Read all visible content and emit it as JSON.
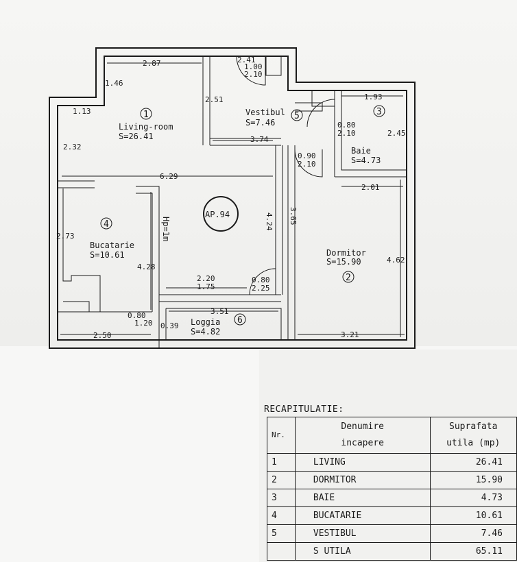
{
  "plan": {
    "apartment_label": "AP.94",
    "height_note": "Hp=1m",
    "rooms": {
      "living": {
        "num": "1",
        "name": "Living-room",
        "area": "S=26.41"
      },
      "dormitor": {
        "num": "2",
        "name": "Dormitor",
        "area": "S=15.90"
      },
      "baie": {
        "num": "3",
        "name": "Baie",
        "area": "S=4.73"
      },
      "bucatarie": {
        "num": "4",
        "name": "Bucatarie",
        "area": "S=10.61"
      },
      "vestibul": {
        "num": "5",
        "name": "Vestibul",
        "area": "S=7.46"
      },
      "loggia": {
        "num": "6",
        "name": "Loggia",
        "area": "S=4.82"
      }
    },
    "dimensions": {
      "d_287": "2.87",
      "d_146": "1.46",
      "d_113": "1.13",
      "d_232": "2.32",
      "d_629": "6.29",
      "d_273": "2.73",
      "d_428": "4.28",
      "d_250": "2.50",
      "d_080a": "0.80",
      "d_120": "1.20",
      "d_039": "0.39",
      "d_351": "3.51",
      "d_220": "2.20",
      "d_175": "1.75",
      "d_080b": "0.80",
      "d_225": "2.25",
      "d_424": "4.24",
      "d_365": "3.65",
      "d_251": "2.51",
      "d_374": "3.74",
      "d_241": "2.41",
      "d_100": "1.00",
      "d_210a": "2.10",
      "d_193": "1.93",
      "d_080c": "0.80",
      "d_210b": "2.10",
      "d_245": "2.45",
      "d_090": "0.90",
      "d_210c": "2.10",
      "d_201": "2.01",
      "d_462": "4.62",
      "d_321": "3.21"
    }
  },
  "recap": {
    "title": "RECAPITULATIE:",
    "headers": {
      "nr": "Nr.",
      "name_line1": "Denumire",
      "name_line2": "incapere",
      "area_line1": "Suprafata",
      "area_line2": "utila (mp)"
    },
    "rows": [
      {
        "nr": "1",
        "name": "LIVING",
        "area": "26.41"
      },
      {
        "nr": "2",
        "name": "DORMITOR",
        "area": "15.90"
      },
      {
        "nr": "3",
        "name": "BAIE",
        "area": "4.73"
      },
      {
        "nr": "4",
        "name": "BUCATARIE",
        "area": "10.61"
      },
      {
        "nr": "5",
        "name": "VESTIBUL",
        "area": "7.46"
      }
    ],
    "total": {
      "nr": "",
      "name": "S UTILA",
      "area": "65.11"
    }
  }
}
